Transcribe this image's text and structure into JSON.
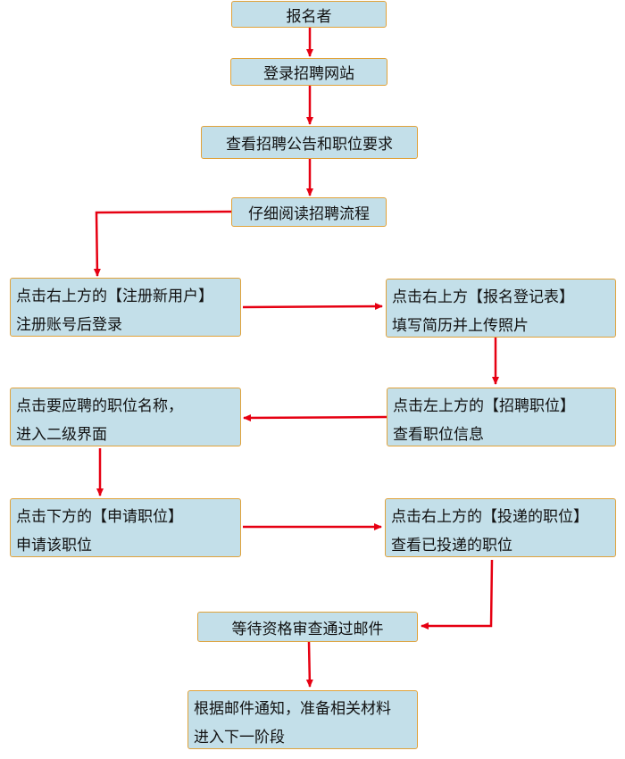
{
  "colors": {
    "box_fill": "#c3dfe9",
    "box_border": "#e0a23a",
    "arrow": "#e60012"
  },
  "steps": {
    "s1": "报名者",
    "s2": "登录招聘网站",
    "s3": "查看招聘公告和职位要求",
    "s4": "仔细阅读招聘流程",
    "s5": {
      "line1": "点击右上方的【注册新用户】",
      "line2": "注册账号后登录"
    },
    "s6": {
      "line1": "点击右上方【报名登记表】",
      "line2": "填写简历并上传照片"
    },
    "s7": {
      "line1": "点击左上方的【招聘职位】",
      "line2": "查看职位信息"
    },
    "s8": {
      "line1": "点击要应聘的职位名称，",
      "line2": "进入二级界面"
    },
    "s9": {
      "line1": "点击下方的【申请职位】",
      "line2": "申请该职位"
    },
    "s10": {
      "line1": "点击右上方的【投递的职位】",
      "line2": "查看已投递的职位"
    },
    "s11": "等待资格审查通过邮件",
    "s12": {
      "line1": "根据邮件通知，准备相关材料",
      "line2": "进入下一阶段"
    }
  }
}
